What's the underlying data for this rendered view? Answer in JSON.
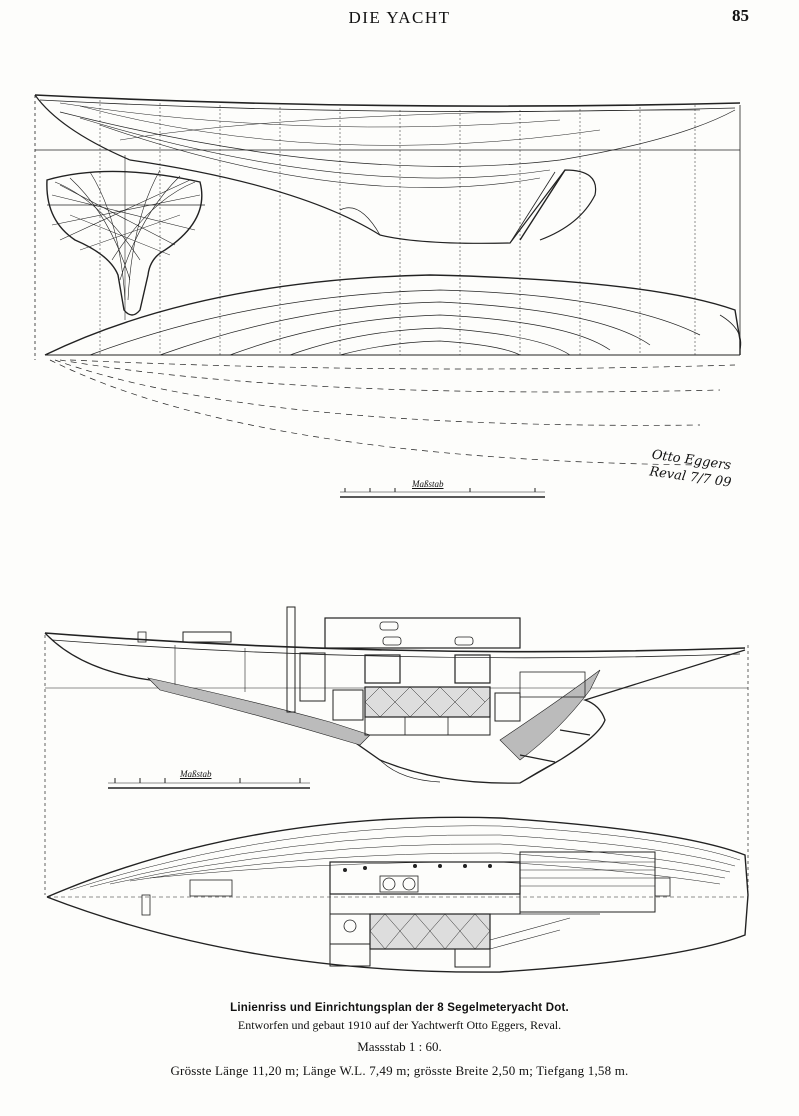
{
  "header": {
    "running_head": "DIE YACHT",
    "page_number": "85"
  },
  "lines_plan": {
    "scale_bar_label": "Maßstab",
    "signature": "Otto Eggers Reval 7/7 09"
  },
  "interior_plan": {
    "scale_bar_label": "Maßstab"
  },
  "caption": {
    "title": "Linienriss und Einrichtungsplan der 8 Segelmeteryacht Dot.",
    "subtitle": "Entworfen und gebaut 1910 auf der Yachtwerft Otto Eggers, Reval.",
    "scale": "Massstab 1 : 60.",
    "dimensions": "Grösste Länge 11,20 m; Länge W.L. 7,49 m; grösste Breite 2,50 m; Tiefgang 1,58 m."
  }
}
